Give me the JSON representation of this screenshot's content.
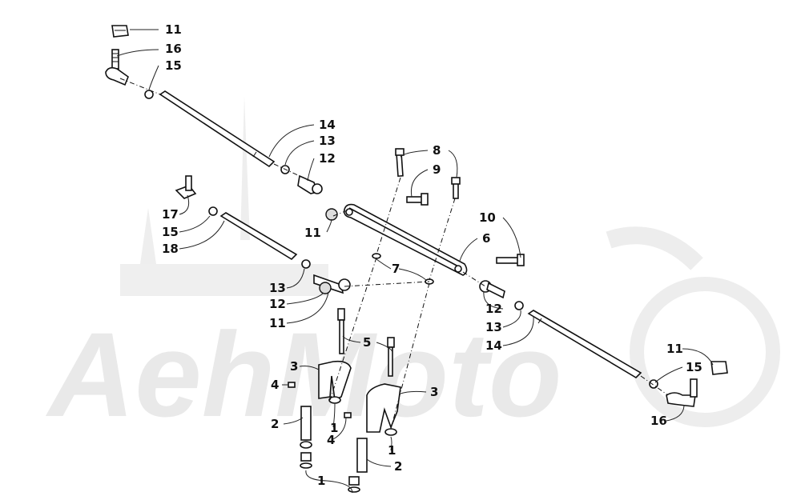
{
  "watermark": {
    "text": "AehMoto"
  },
  "callouts": [
    {
      "label": "11"
    },
    {
      "label": "16"
    },
    {
      "label": "15"
    },
    {
      "label": "14"
    },
    {
      "label": "13"
    },
    {
      "label": "12"
    },
    {
      "label": "8"
    },
    {
      "label": "9"
    },
    {
      "label": "10"
    },
    {
      "label": "6"
    },
    {
      "label": "11"
    },
    {
      "label": "17"
    },
    {
      "label": "15"
    },
    {
      "label": "18"
    },
    {
      "label": "7"
    },
    {
      "label": "13"
    },
    {
      "label": "12"
    },
    {
      "label": "11"
    },
    {
      "label": "12"
    },
    {
      "label": "13"
    },
    {
      "label": "14"
    },
    {
      "label": "5"
    },
    {
      "label": "3"
    },
    {
      "label": "4"
    },
    {
      "label": "2"
    },
    {
      "label": "1"
    },
    {
      "label": "3"
    },
    {
      "label": "4"
    },
    {
      "label": "1"
    },
    {
      "label": "2"
    },
    {
      "label": "1"
    },
    {
      "label": "11"
    },
    {
      "label": "15"
    },
    {
      "label": "16"
    }
  ]
}
